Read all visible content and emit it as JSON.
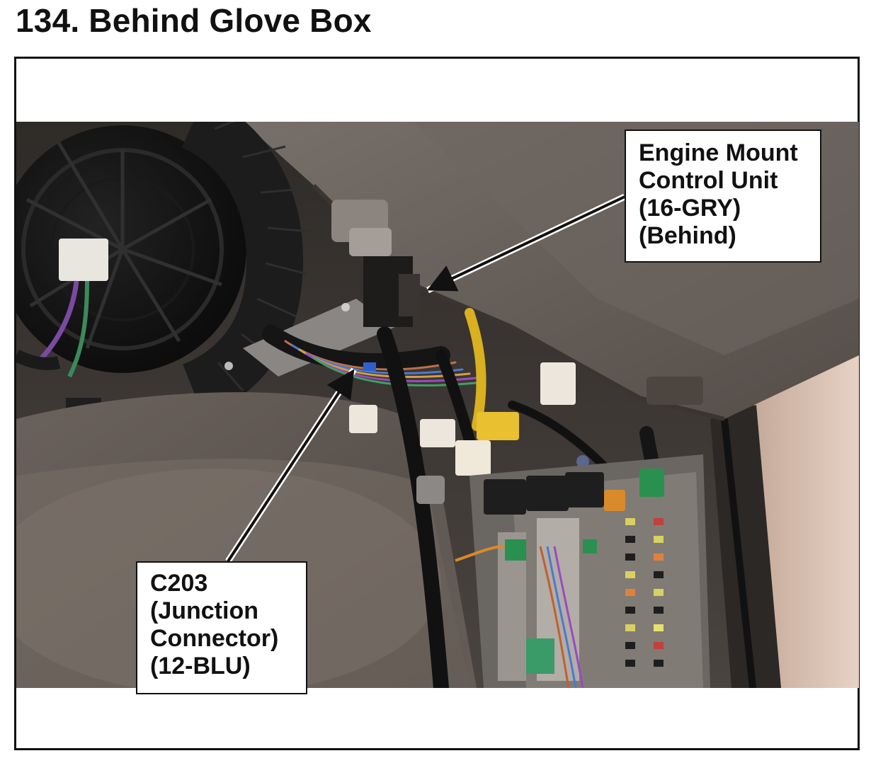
{
  "page": {
    "title": "134. Behind Glove Box"
  },
  "photo": {
    "subject": "under-dash-photo"
  },
  "callouts": [
    {
      "id": "engine-mount-control-unit",
      "lines": [
        "Engine Mount",
        "Control Unit",
        "(16-GRY)",
        "(Behind)"
      ]
    },
    {
      "id": "c203-junction-connector",
      "lines": [
        "C203",
        "(Junction",
        "Connector)",
        "(12-BLU)"
      ]
    }
  ],
  "colors": {
    "border": "#111111",
    "background": "#ffffff",
    "text": "#111111"
  }
}
